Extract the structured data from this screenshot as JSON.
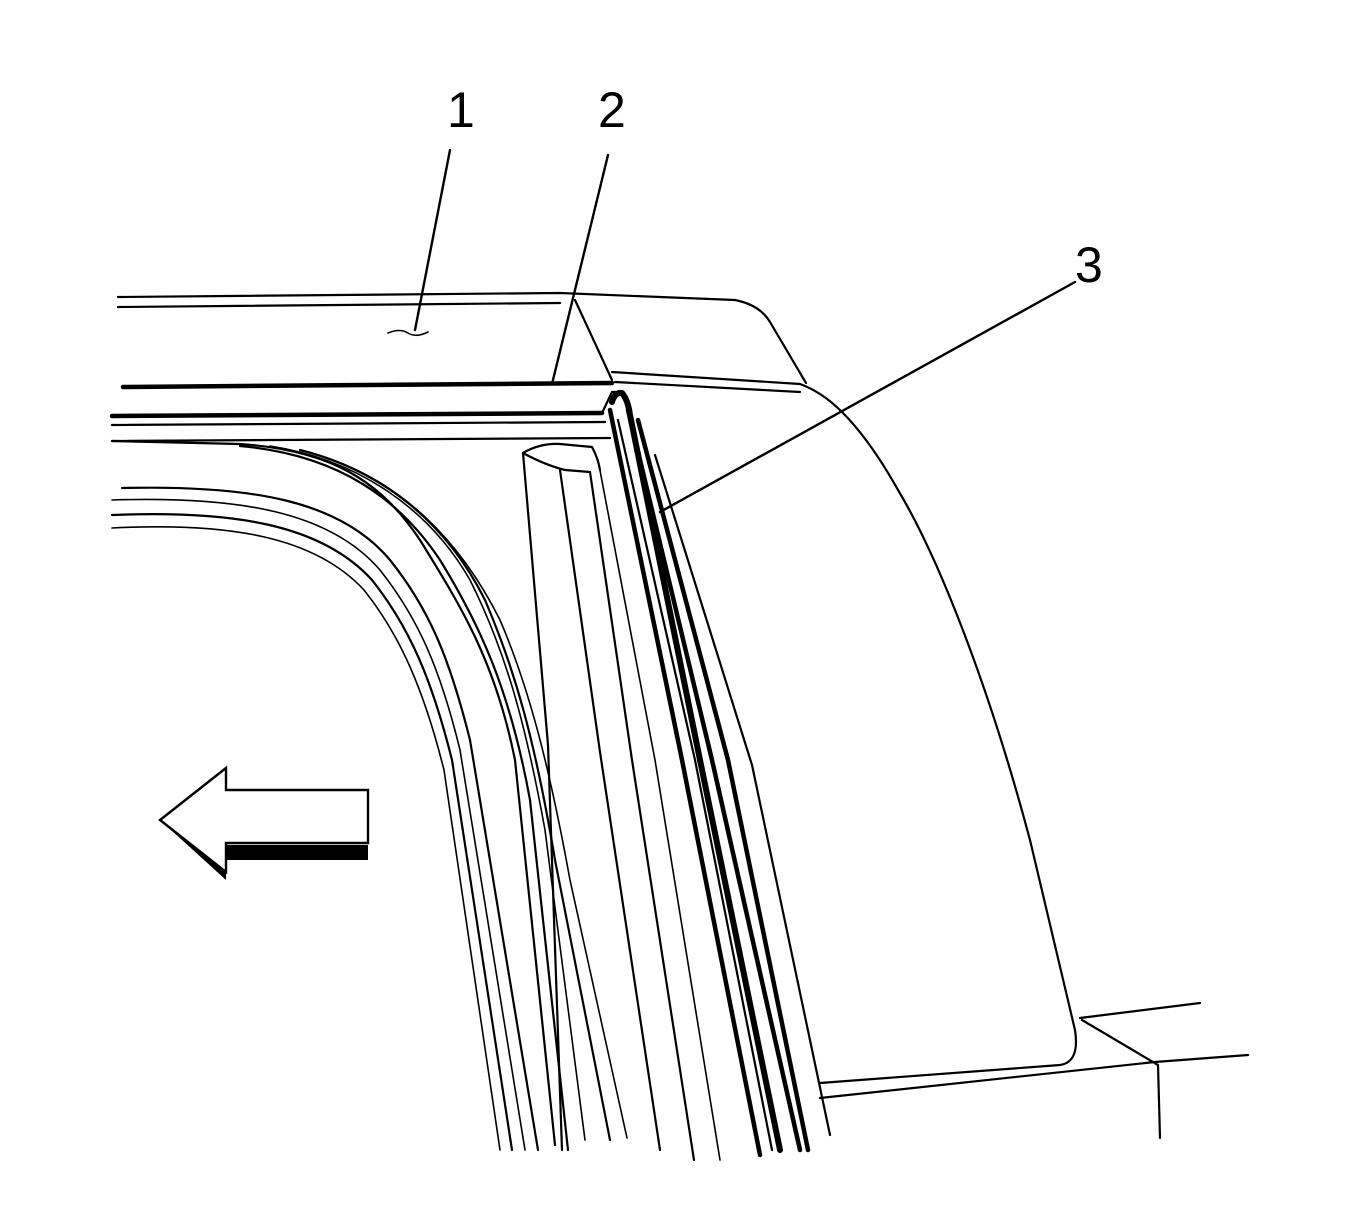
{
  "callouts": [
    {
      "label": "1"
    },
    {
      "label": "2"
    },
    {
      "label": "3"
    }
  ],
  "colors": {
    "stroke": "#000000",
    "background": "#ffffff"
  },
  "icons": {
    "direction_arrow": "left-arrow-icon"
  }
}
